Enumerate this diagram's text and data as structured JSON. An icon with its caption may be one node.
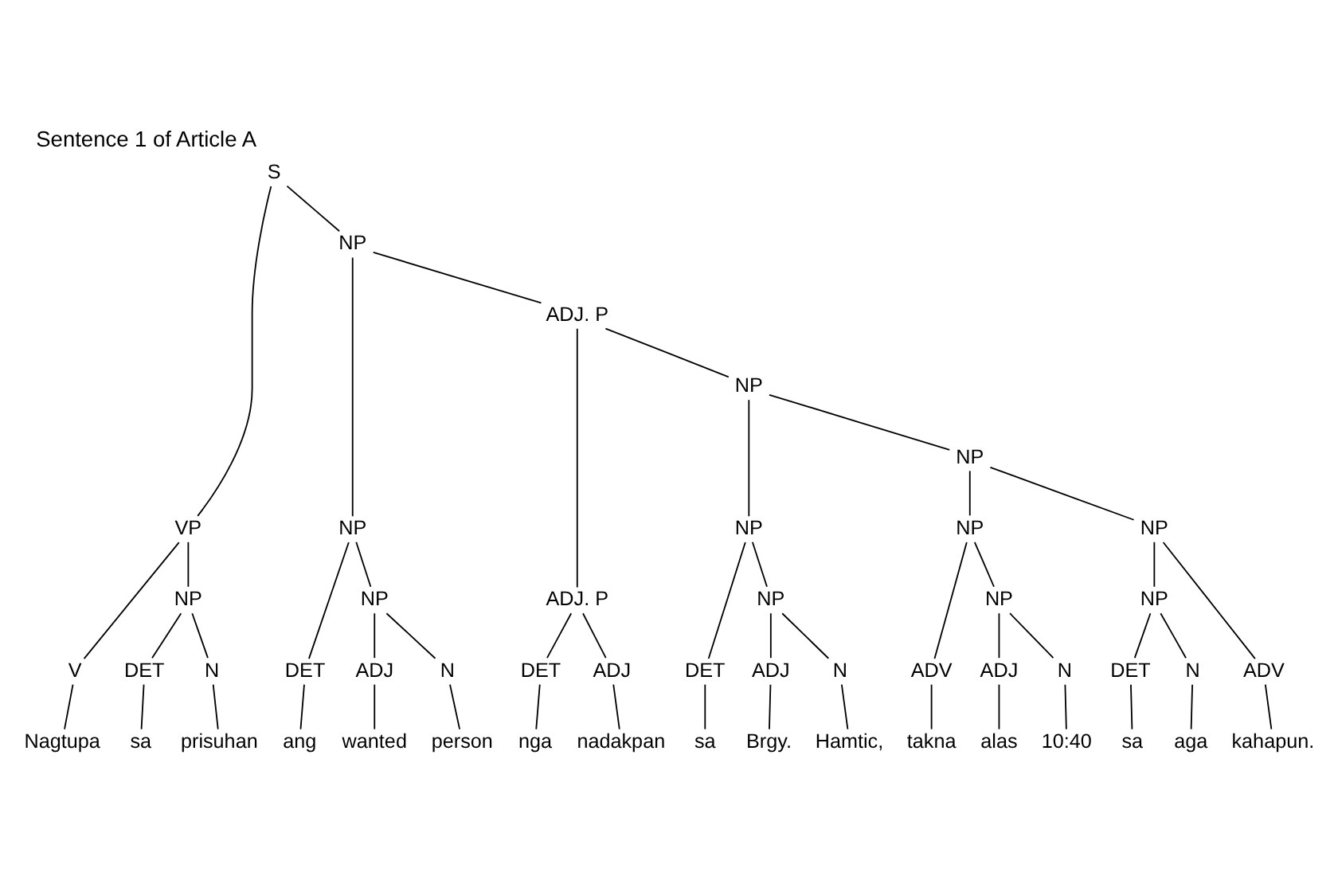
{
  "diagram": {
    "title": "Sentence 1 of Article A",
    "nodes": [
      {
        "text": [
          "S"
        ]
      },
      {
        "text": [
          "VP"
        ]
      },
      {
        "text": [
          "NP"
        ]
      },
      {
        "text": [
          "ADJ. P"
        ]
      },
      {
        "text": [
          "NP"
        ]
      },
      {
        "text": [
          "NP"
        ]
      },
      {
        "text": [
          "NP"
        ]
      },
      {
        "text": [
          "NP"
        ]
      },
      {
        "text": [
          "NP"
        ]
      },
      {
        "text": [
          "NP"
        ]
      },
      {
        "text": [
          "NP"
        ]
      },
      {
        "text": [
          "NP"
        ]
      },
      {
        "text": [
          "ADJ. P"
        ]
      },
      {
        "text": [
          "NP"
        ]
      },
      {
        "text": [
          "NP"
        ]
      },
      {
        "text": [
          "NP"
        ]
      },
      {
        "text": [
          "V"
        ]
      },
      {
        "text": [
          "DET"
        ]
      },
      {
        "text": [
          "N"
        ]
      },
      {
        "text": [
          "DET"
        ]
      },
      {
        "text": [
          "ADJ"
        ]
      },
      {
        "text": [
          "N"
        ]
      },
      {
        "text": [
          "DET"
        ]
      },
      {
        "text": [
          "ADJ"
        ]
      },
      {
        "text": [
          "DET"
        ]
      },
      {
        "text": [
          "ADJ"
        ]
      },
      {
        "text": [
          "N"
        ]
      },
      {
        "text": [
          "ADV"
        ]
      },
      {
        "text": [
          "ADJ"
        ]
      },
      {
        "text": [
          "N"
        ]
      },
      {
        "text": [
          "DET"
        ]
      },
      {
        "text": [
          "N"
        ]
      },
      {
        "text": [
          "ADV"
        ]
      },
      {
        "text": [
          "Nagtupa"
        ]
      },
      {
        "text": [
          "sa"
        ]
      },
      {
        "text": [
          "prisuhan"
        ]
      },
      {
        "text": [
          "ang"
        ]
      },
      {
        "text": [
          "wanted"
        ]
      },
      {
        "text": [
          "person"
        ]
      },
      {
        "text": [
          "nga"
        ]
      },
      {
        "text": [
          "nadakpan"
        ]
      },
      {
        "text": [
          "sa"
        ]
      },
      {
        "text": [
          "Brgy."
        ]
      },
      {
        "text": [
          "Hamtic,"
        ]
      },
      {
        "text": [
          "takna"
        ]
      },
      {
        "text": [
          "alas"
        ]
      },
      {
        "text": [
          "10:40"
        ]
      },
      {
        "text": [
          "sa"
        ]
      },
      {
        "text": [
          "aga"
        ]
      },
      {
        "text": [
          "kahapun."
        ]
      }
    ],
    "edges": [
      {
        "from": 0,
        "to": 1,
        "arrow": "none"
      },
      {
        "from": 0,
        "to": 2,
        "arrow": "none"
      },
      {
        "from": 1,
        "to": 16,
        "arrow": "none"
      },
      {
        "from": 1,
        "to": 10,
        "arrow": "none"
      },
      {
        "from": 10,
        "to": 17,
        "arrow": "none"
      },
      {
        "from": 10,
        "to": 18,
        "arrow": "none"
      },
      {
        "from": 2,
        "to": 6,
        "arrow": "none"
      },
      {
        "from": 2,
        "to": 3,
        "arrow": "none"
      },
      {
        "from": 6,
        "to": 19,
        "arrow": "none"
      },
      {
        "from": 6,
        "to": 11,
        "arrow": "none"
      },
      {
        "from": 11,
        "to": 20,
        "arrow": "none"
      },
      {
        "from": 11,
        "to": 21,
        "arrow": "none"
      },
      {
        "from": 3,
        "to": 12,
        "arrow": "none"
      },
      {
        "from": 3,
        "to": 4,
        "arrow": "none"
      },
      {
        "from": 12,
        "to": 22,
        "arrow": "none"
      },
      {
        "from": 12,
        "to": 23,
        "arrow": "none"
      },
      {
        "from": 4,
        "to": 7,
        "arrow": "none"
      },
      {
        "from": 4,
        "to": 5,
        "arrow": "none"
      },
      {
        "from": 7,
        "to": 24,
        "arrow": "none"
      },
      {
        "from": 7,
        "to": 13,
        "arrow": "none"
      },
      {
        "from": 13,
        "to": 25,
        "arrow": "none"
      },
      {
        "from": 13,
        "to": 26,
        "arrow": "none"
      },
      {
        "from": 5,
        "to": 8,
        "arrow": "none"
      },
      {
        "from": 5,
        "to": 9,
        "arrow": "none"
      },
      {
        "from": 8,
        "to": 27,
        "arrow": "none"
      },
      {
        "from": 8,
        "to": 14,
        "arrow": "none"
      },
      {
        "from": 14,
        "to": 28,
        "arrow": "none"
      },
      {
        "from": 14,
        "to": 29,
        "arrow": "none"
      },
      {
        "from": 9,
        "to": 15,
        "arrow": "none"
      },
      {
        "from": 9,
        "to": 32,
        "arrow": "none"
      },
      {
        "from": 15,
        "to": 30,
        "arrow": "none"
      },
      {
        "from": 15,
        "to": 31,
        "arrow": "none"
      },
      {
        "from": 16,
        "to": 33,
        "arrow": "none"
      },
      {
        "from": 17,
        "to": 34,
        "arrow": "none"
      },
      {
        "from": 18,
        "to": 35,
        "arrow": "none"
      },
      {
        "from": 19,
        "to": 36,
        "arrow": "none"
      },
      {
        "from": 20,
        "to": 37,
        "arrow": "none"
      },
      {
        "from": 21,
        "to": 38,
        "arrow": "none"
      },
      {
        "from": 22,
        "to": 39,
        "arrow": "none"
      },
      {
        "from": 23,
        "to": 40,
        "arrow": "none"
      },
      {
        "from": 24,
        "to": 41,
        "arrow": "none"
      },
      {
        "from": 25,
        "to": 42,
        "arrow": "none"
      },
      {
        "from": 26,
        "to": 43,
        "arrow": "none"
      },
      {
        "from": 27,
        "to": 44,
        "arrow": "none"
      },
      {
        "from": 28,
        "to": 45,
        "arrow": "none"
      },
      {
        "from": 29,
        "to": 46,
        "arrow": "none"
      },
      {
        "from": 30,
        "to": 47,
        "arrow": "none"
      },
      {
        "from": 31,
        "to": 48,
        "arrow": "none"
      },
      {
        "from": 32,
        "to": 49,
        "arrow": "none"
      }
    ]
  }
}
